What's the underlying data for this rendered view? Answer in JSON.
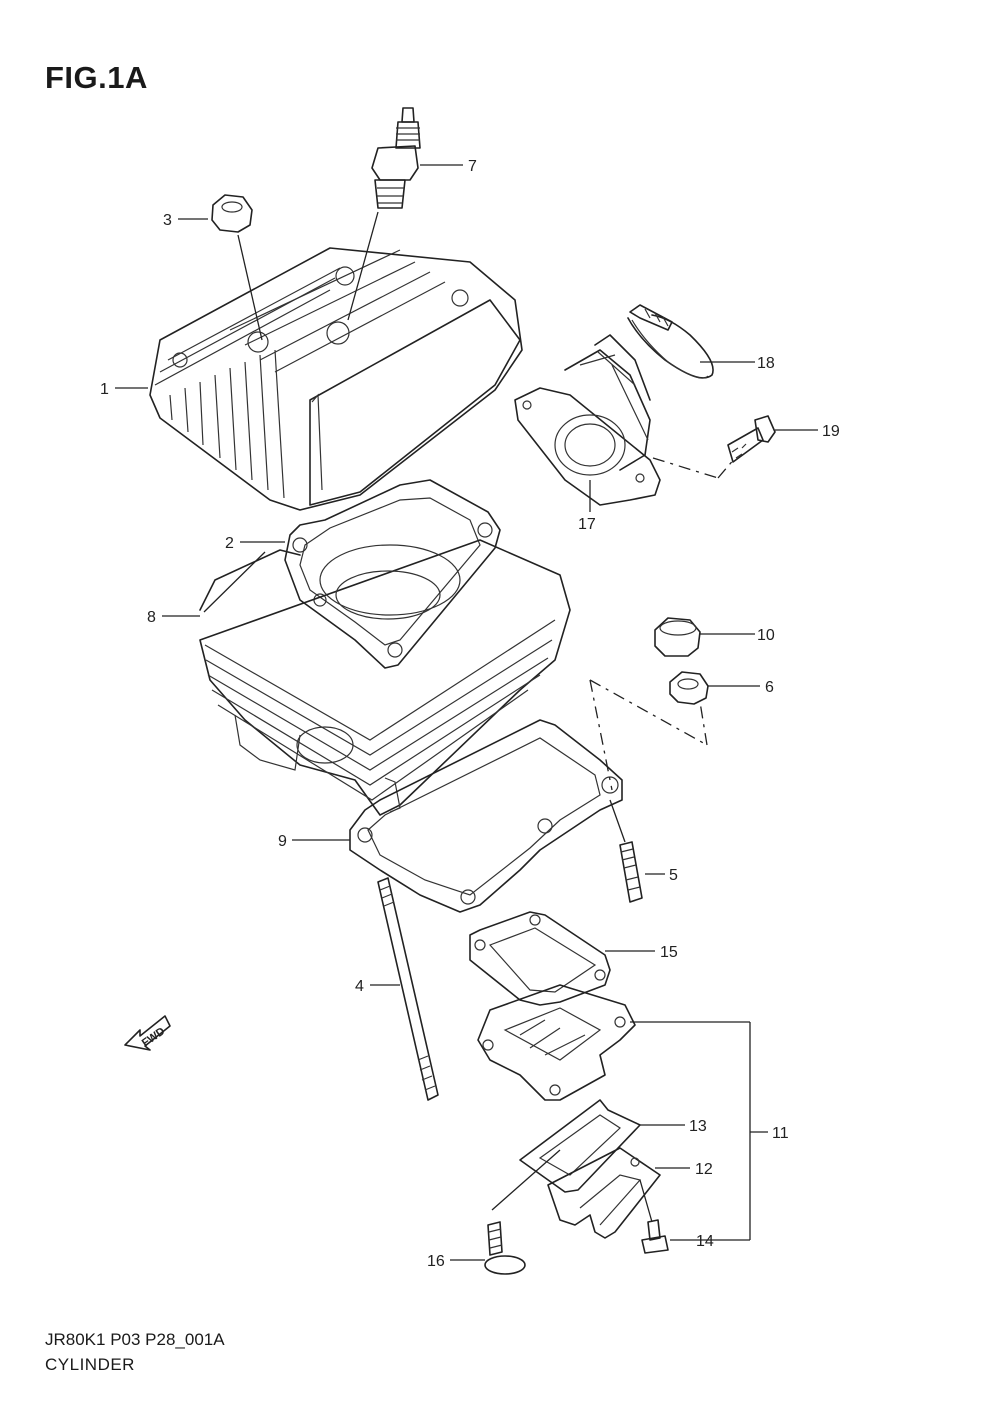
{
  "header": {
    "figure_label": "FIG.1A"
  },
  "footer": {
    "code": "JR80K1 P03 P28_001A",
    "caption": "CYLINDER"
  },
  "direction_marker": {
    "text": "FWD",
    "icon": "fwd-arrow-icon"
  },
  "parts": [
    {
      "num": "1"
    },
    {
      "num": "2"
    },
    {
      "num": "3"
    },
    {
      "num": "4"
    },
    {
      "num": "5"
    },
    {
      "num": "6"
    },
    {
      "num": "7"
    },
    {
      "num": "8"
    },
    {
      "num": "9"
    },
    {
      "num": "10"
    },
    {
      "num": "11"
    },
    {
      "num": "12"
    },
    {
      "num": "13"
    },
    {
      "num": "14"
    },
    {
      "num": "15"
    },
    {
      "num": "16"
    },
    {
      "num": "17"
    },
    {
      "num": "18"
    },
    {
      "num": "19"
    }
  ]
}
